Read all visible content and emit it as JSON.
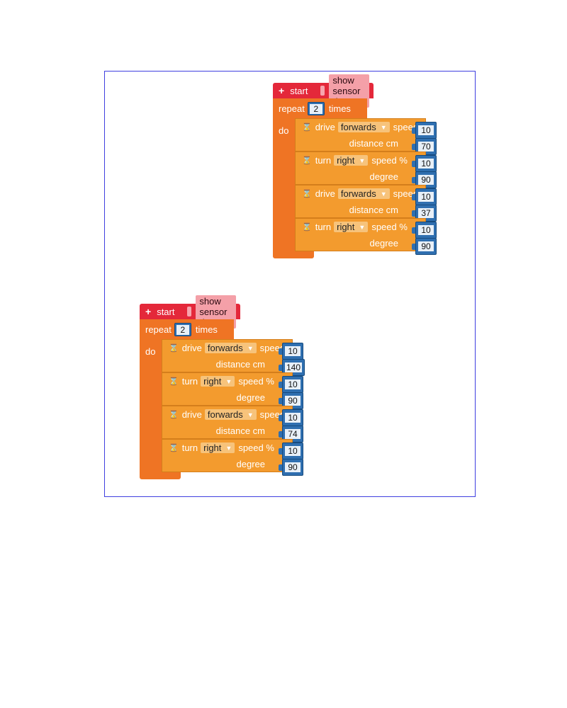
{
  "programs": [
    {
      "start_label": "start",
      "sensor_label": "show sensor data",
      "repeat_label": "repeat",
      "repeat_count": "2",
      "times_label": "times",
      "do_label": "do",
      "blocks": [
        {
          "action": "drive",
          "direction": "forwards",
          "speed_label": "speed %",
          "speed": "10",
          "second_label": "distance cm",
          "second_value": "70"
        },
        {
          "action": "turn",
          "direction": "right",
          "speed_label": "speed %",
          "speed": "10",
          "second_label": "degree",
          "second_value": "90"
        },
        {
          "action": "drive",
          "direction": "forwards",
          "speed_label": "speed %",
          "speed": "10",
          "second_label": "distance cm",
          "second_value": "37"
        },
        {
          "action": "turn",
          "direction": "right",
          "speed_label": "speed %",
          "speed": "10",
          "second_label": "degree",
          "second_value": "90"
        }
      ]
    },
    {
      "start_label": "start",
      "sensor_label": "show sensor data",
      "repeat_label": "repeat",
      "repeat_count": "2",
      "times_label": "times",
      "do_label": "do",
      "blocks": [
        {
          "action": "drive",
          "direction": "forwards",
          "speed_label": "speed %",
          "speed": "10",
          "second_label": "distance cm",
          "second_value": "140"
        },
        {
          "action": "turn",
          "direction": "right",
          "speed_label": "speed %",
          "speed": "10",
          "second_label": "degree",
          "second_value": "90"
        },
        {
          "action": "drive",
          "direction": "forwards",
          "speed_label": "speed %",
          "speed": "10",
          "second_label": "distance cm",
          "second_value": "74"
        },
        {
          "action": "turn",
          "direction": "right",
          "speed_label": "speed %",
          "speed": "10",
          "second_label": "degree",
          "second_value": "90"
        }
      ]
    }
  ],
  "colors": {
    "start_block": "#e4283a",
    "repeat_block": "#ef7424",
    "motion_block": "#f39b2e",
    "number_input": "#2f6fb0",
    "frame_border": "#3f3fe0"
  },
  "icons": {
    "start_plus": "plus-icon",
    "block_timer": "hourglass-icon",
    "dropdown": "chevron-down-icon"
  }
}
